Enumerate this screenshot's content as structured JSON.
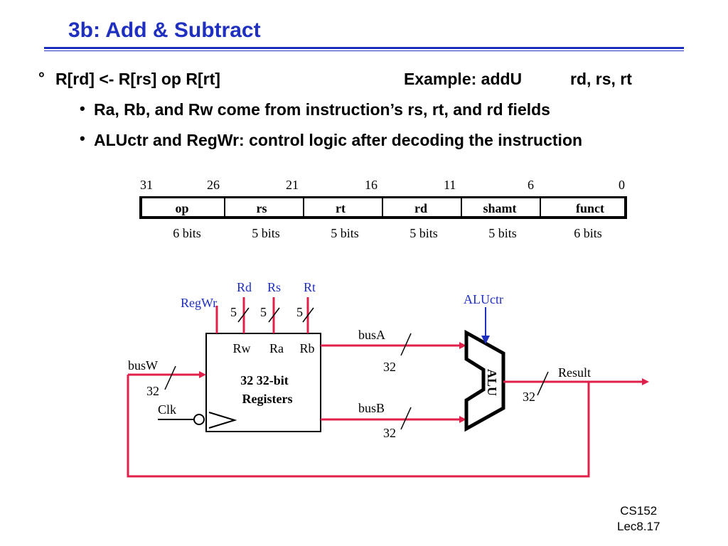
{
  "slide": {
    "title": "3b: Add & Subtract",
    "bullet_main": "R[rd] <- R[rs] op R[rt]",
    "example_label": "Example: addU",
    "example_operands": "rd, rs, rt",
    "sub_bullets": [
      "Ra, Rb, and Rw come from instruction’s rs, rt, and rd fields",
      "ALUctr and RegWr: control logic after decoding the instruction"
    ],
    "footer": [
      "CS152",
      "Lec8.17"
    ]
  },
  "instruction_format": {
    "bit_positions": [
      "31",
      "26",
      "21",
      "16",
      "11",
      "6",
      "0"
    ],
    "fields": [
      "op",
      "rs",
      "rt",
      "rd",
      "shamt",
      "funct"
    ],
    "widths": [
      "6 bits",
      "5 bits",
      "5 bits",
      "5 bits",
      "5 bits",
      "6 bits"
    ]
  },
  "datapath": {
    "reg_inputs": [
      "Rd",
      "Rs",
      "Rt"
    ],
    "reg_input_widths": [
      "5",
      "5",
      "5"
    ],
    "regwr": "RegWr",
    "aluctr": "ALUctr",
    "regfile_ports": [
      "Rw",
      "Ra",
      "Rb"
    ],
    "regfile_title": "32  32-bit",
    "regfile_subtitle": "Registers",
    "busW": "busW",
    "busW_width": "32",
    "clk": "Clk",
    "busA": "busA",
    "busA_width": "32",
    "busB": "busB",
    "busB_width": "32",
    "alu": "ALU",
    "result": "Result",
    "result_width": "32"
  },
  "colors": {
    "title": "#1f2fbf",
    "wire": "#e0204a",
    "control_text": "#1f2fbf",
    "black": "#000000"
  }
}
